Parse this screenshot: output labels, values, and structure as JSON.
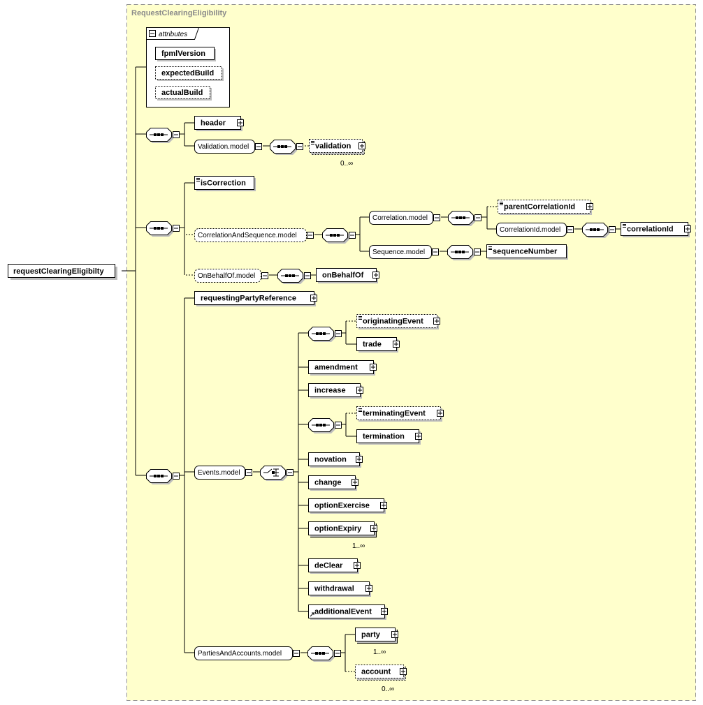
{
  "complex_type": "RequestClearingEligibility",
  "root_element": "requestClearingEligibilty",
  "attributes": {
    "label": "attributes",
    "items": [
      "fpmlVersion",
      "expectedBuild",
      "actualBuild"
    ]
  },
  "group1": {
    "header": "header",
    "validation_model": "Validation.model",
    "validation": "validation",
    "validation_card": "0..∞"
  },
  "group2": {
    "isCorrection": "isCorrection",
    "correlation_and_sequence_model": "CorrelationAndSequence.model",
    "correlation_model": "Correlation.model",
    "parentCorrelationId": "parentCorrelationId",
    "correlationId_model": "CorrelationId.model",
    "correlationId": "correlationId",
    "sequence_model": "Sequence.model",
    "sequenceNumber": "sequenceNumber",
    "onBehalfOf_model": "OnBehalfOf.model",
    "onBehalfOf": "onBehalfOf"
  },
  "group3": {
    "requestingPartyReference": "requestingPartyReference",
    "events_model": "Events.model",
    "originatingEvent": "originatingEvent",
    "trade": "trade",
    "amendment": "amendment",
    "increase": "increase",
    "terminatingEvent": "terminatingEvent",
    "termination": "termination",
    "novation": "novation",
    "change": "change",
    "optionExercise": "optionExercise",
    "optionExpiry": "optionExpiry",
    "optionExpiry_card": "1..∞",
    "deClear": "deClear",
    "withdrawal": "withdrawal",
    "additionalEvent": "additionalEvent",
    "parties_and_accounts_model": "PartiesAndAccounts.model",
    "party": "party",
    "party_card": "1..∞",
    "account": "account",
    "account_card": "0..∞"
  },
  "colors": {
    "background_panel": "#ffffcc",
    "border_dash": "#909090",
    "box_fill": "#ffffff",
    "shadow": "#bdbdbd"
  }
}
